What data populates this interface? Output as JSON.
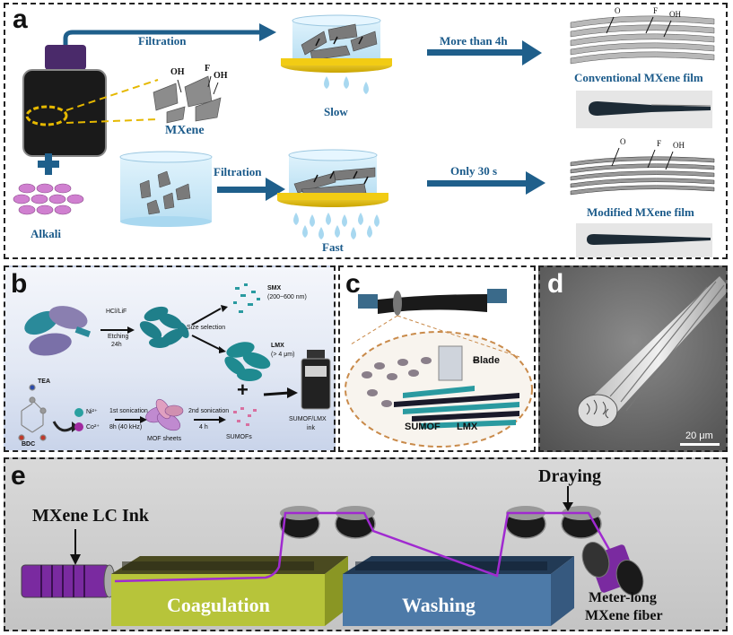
{
  "panels": {
    "a": {
      "label": "a",
      "filtration_top": "Filtration",
      "filtration_bottom": "Filtration",
      "time_top": "More than 4h",
      "time_bottom": "Only 30 s",
      "slow": "Slow",
      "fast": "Fast",
      "mxene": "MXene",
      "alkali": "Alkali",
      "oh_1": "OH",
      "f_1": "F",
      "oh_2": "OH",
      "conventional_film": "Conventional MXene film",
      "modified_film": "Modified MXene film",
      "conv_o": "O",
      "conv_f": "F",
      "conv_oh": "OH",
      "mod_o": "O",
      "mod_f": "F",
      "mod_oh": "OH"
    },
    "b": {
      "label": "b",
      "etching": "HCl/LiF",
      "etching_2": "Etching",
      "etching_3": "24h",
      "size_selection": "Size selection",
      "smx": "SMX",
      "smx_range": "(200~600 nm)",
      "lmx": "LMX",
      "lmx_range": "(> 4 μm)",
      "tea": "TEA",
      "ni": "Ni²⁺",
      "co": "Co²⁺",
      "bdc": "BDC",
      "sonication1": "1st sonication",
      "sonication1_b": "8h (40 kHz)",
      "mof_sheets": "MOF sheets",
      "sonication2": "2nd sonication",
      "sonication2_b": "4 h",
      "sumofs": "SUMOFs",
      "ink": "SUMOF/LMX",
      "ink_2": "ink",
      "plus": "+"
    },
    "c": {
      "label": "c",
      "blade": "Blade",
      "sumof": "SUMOF",
      "lmx": "LMX"
    },
    "d": {
      "label": "d",
      "scale": "20 μm"
    },
    "e": {
      "label": "e",
      "ink": "MXene LC Ink",
      "coagulation": "Coagulation",
      "washing": "Washing",
      "drying": "Draying",
      "fiber_1": "Meter-long",
      "fiber_2": "MXene fiber"
    }
  },
  "colors": {
    "arrow_blue": "#1f5f8b",
    "label_blue": "#1a5a8a",
    "gold": "#e8c400",
    "teal": "#2a9aa0",
    "purple": "#8a2be2",
    "coagulation": "#c9d84a",
    "washing": "#4f7fb0"
  }
}
